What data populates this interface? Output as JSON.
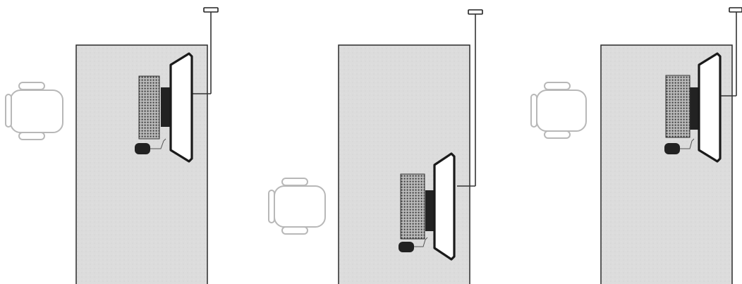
{
  "colors": {
    "background": "#ffffff",
    "desk_fill": "#dcdcdc",
    "desk_stroke": "#2a2a2a",
    "monitor_fill": "#ffffff",
    "monitor_stroke": "#1a1a1a",
    "monitor_stand": "#222222",
    "keyboard_fill": "#bdbdbd",
    "keyboard_dots": "#3a3a3a",
    "mouse_fill": "#222222",
    "cable_color": "#333333",
    "chair_stroke": "#b8b8b8"
  },
  "panels": [
    {
      "id": "layout-1",
      "chair_position": "left-upper",
      "workstation_position": "upper",
      "icons": [
        "desk-icon",
        "monitor-icon",
        "keyboard-icon",
        "mouse-icon",
        "chair-icon",
        "ceiling-lamp-icon"
      ]
    },
    {
      "id": "layout-2",
      "chair_position": "left-lower",
      "workstation_position": "lower",
      "icons": [
        "desk-icon",
        "monitor-icon",
        "keyboard-icon",
        "mouse-icon",
        "chair-icon",
        "ceiling-lamp-icon"
      ]
    },
    {
      "id": "layout-3",
      "chair_position": "left-upper",
      "workstation_position": "upper",
      "icons": [
        "desk-icon",
        "monitor-icon",
        "keyboard-icon",
        "mouse-icon",
        "chair-icon",
        "ceiling-lamp-icon"
      ]
    }
  ]
}
